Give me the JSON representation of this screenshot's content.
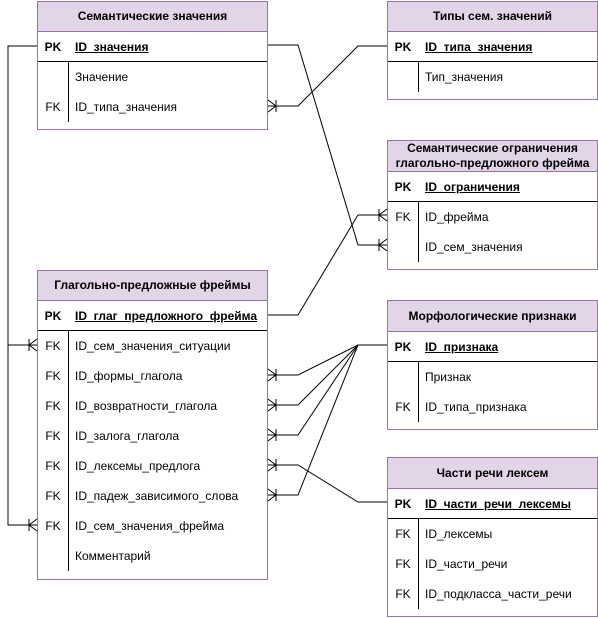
{
  "tables": [
    {
      "id": "sem_values",
      "title": "Семантические значения",
      "rows": [
        {
          "key": "PK",
          "name": "ID_значения"
        },
        {
          "key": "",
          "name": "Значение"
        },
        {
          "key": "FK",
          "name": "ID_типа_значения"
        }
      ]
    },
    {
      "id": "sem_types",
      "title": "Типы сем. значений",
      "rows": [
        {
          "key": "PK",
          "name": "ID_типа_значения"
        },
        {
          "key": "",
          "name": "Тип_значения"
        }
      ]
    },
    {
      "id": "sem_constraints",
      "title": "Семантические ограничения глагольно-предложного фрейма",
      "rows": [
        {
          "key": "PK",
          "name": "ID_ограничения"
        },
        {
          "key": "FK",
          "name": "ID_фрейма"
        },
        {
          "key": "",
          "name": "ID_сем_значения"
        }
      ]
    },
    {
      "id": "frames",
      "title": "Глагольно-предложные фреймы",
      "rows": [
        {
          "key": "PK",
          "name": "ID_глаг_предложного_фрейма"
        },
        {
          "key": "FK",
          "name": "ID_сем_значения_ситуации"
        },
        {
          "key": "FK",
          "name": "ID_формы_глагола"
        },
        {
          "key": "FK",
          "name": "ID_возвратности_глагола"
        },
        {
          "key": "FK",
          "name": "ID_залога_глагола"
        },
        {
          "key": "FK",
          "name": "ID_лексемы_предлога"
        },
        {
          "key": "FK",
          "name": "ID_падеж_зависимого_слова"
        },
        {
          "key": "FK",
          "name": "ID_сем_значения_фрейма"
        },
        {
          "key": "",
          "name": "Комментарий"
        }
      ]
    },
    {
      "id": "morph",
      "title": "Морфологические признаки",
      "rows": [
        {
          "key": "PK",
          "name": "ID_признака"
        },
        {
          "key": "",
          "name": "Признак"
        },
        {
          "key": "FK",
          "name": "ID_типа_признака"
        }
      ]
    },
    {
      "id": "pos",
      "title": "Части речи лексем",
      "rows": [
        {
          "key": "PK",
          "name": "ID_части_речи_лексемы"
        },
        {
          "key": "FK",
          "name": "ID_лексемы"
        },
        {
          "key": "FK",
          "name": "ID_части_речи"
        },
        {
          "key": "FK",
          "name": "ID_подкласса_части_речи"
        }
      ]
    }
  ],
  "colors": {
    "header_fill": "#e1d5e7",
    "border": "#9673a6",
    "line": "#000000"
  }
}
